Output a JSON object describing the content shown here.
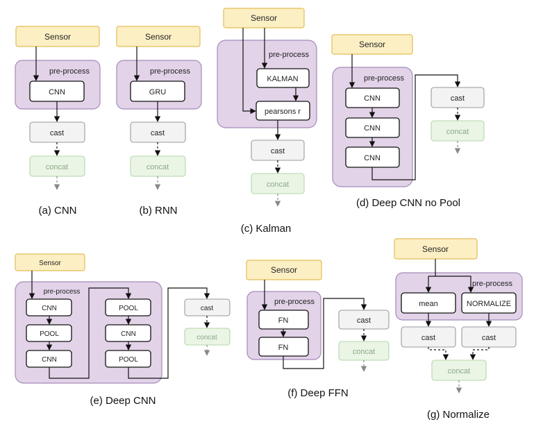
{
  "colors": {
    "sensor_fill": "#fdefc4",
    "sensor_stroke": "#e2bd55",
    "group_fill": "#e2d3e8",
    "group_stroke": "#a58ab8",
    "node_fill": "#ffffff",
    "cast_fill": "#f3f3f3",
    "cast_stroke": "#9a9a9a",
    "concat_fill": "#eaf5e5",
    "concat_stroke": "#b5d6a8",
    "concat_text": "#8aa88a"
  },
  "diagrams": {
    "a": {
      "sensor": "Sensor",
      "group": "pre-process",
      "nodes": [
        "CNN"
      ],
      "cast": "cast",
      "concat": "concat",
      "caption": "(a) CNN"
    },
    "b": {
      "sensor": "Sensor",
      "group": "pre-process",
      "nodes": [
        "GRU"
      ],
      "cast": "cast",
      "concat": "concat",
      "caption": "(b) RNN"
    },
    "c": {
      "sensor": "Sensor",
      "group": "pre-process",
      "nodes": [
        "KALMAN",
        "pearsons r"
      ],
      "cast": "cast",
      "concat": "concat",
      "caption": "(c) Kalman"
    },
    "d": {
      "sensor": "Sensor",
      "group": "pre-process",
      "nodes": [
        "CNN",
        "CNN",
        "CNN"
      ],
      "cast": "cast",
      "concat": "concat",
      "caption": "(d) Deep CNN no Pool"
    },
    "e": {
      "sensor": "Sensor",
      "group": "pre-process",
      "col1": [
        "CNN",
        "POOL",
        "CNN"
      ],
      "col2": [
        "POOL",
        "CNN",
        "POOL"
      ],
      "cast": "cast",
      "concat": "concat",
      "caption": "(e) Deep CNN"
    },
    "f": {
      "sensor": "Sensor",
      "group": "pre-process",
      "nodes": [
        "FN",
        "FN"
      ],
      "cast": "cast",
      "concat": "concat",
      "caption": "(f) Deep FFN"
    },
    "g": {
      "sensor": "Sensor",
      "group": "pre-process",
      "nodes": [
        "mean",
        "NORMALIZE"
      ],
      "casts": [
        "cast",
        "cast"
      ],
      "concat": "concat",
      "caption": "(g) Normalize"
    }
  }
}
